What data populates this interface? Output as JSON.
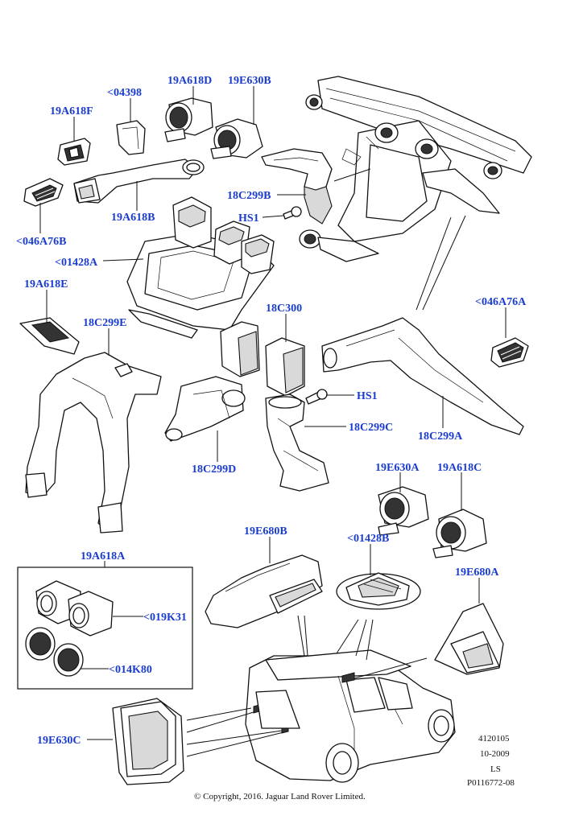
{
  "labels": {
    "l_04398": "<04398",
    "l_19A618D": "19A618D",
    "l_19E630B": "19E630B",
    "l_19A618F": "19A618F",
    "l_046A76B": "<046A76B",
    "l_19A618B": "19A618B",
    "l_18C299B": "18C299B",
    "l_HS1_top": "HS1",
    "l_01428A": "<01428A",
    "l_19A618E": "19A618E",
    "l_18C299E": "18C299E",
    "l_18C300": "18C300",
    "l_046A76A": "<046A76A",
    "l_HS1_mid": "HS1",
    "l_18C299C": "18C299C",
    "l_18C299A": "18C299A",
    "l_18C299D": "18C299D",
    "l_19E630A": "19E630A",
    "l_19A618C": "19A618C",
    "l_19A618A": "19A618A",
    "l_019K31": "<019K31",
    "l_014K80": "<014K80",
    "l_19E680B": "19E680B",
    "l_01428B": "<01428B",
    "l_19E680A": "19E680A",
    "l_19E630C": "19E630C"
  },
  "meta": {
    "code1": "4120105",
    "date": "10-2009",
    "region": "LS",
    "ref": "P0116772-08"
  },
  "copyright": "© Copyright, 2016. Jaguar Land Rover Limited.",
  "colors": {
    "label": "#1a3ccf",
    "line": "#111111"
  }
}
